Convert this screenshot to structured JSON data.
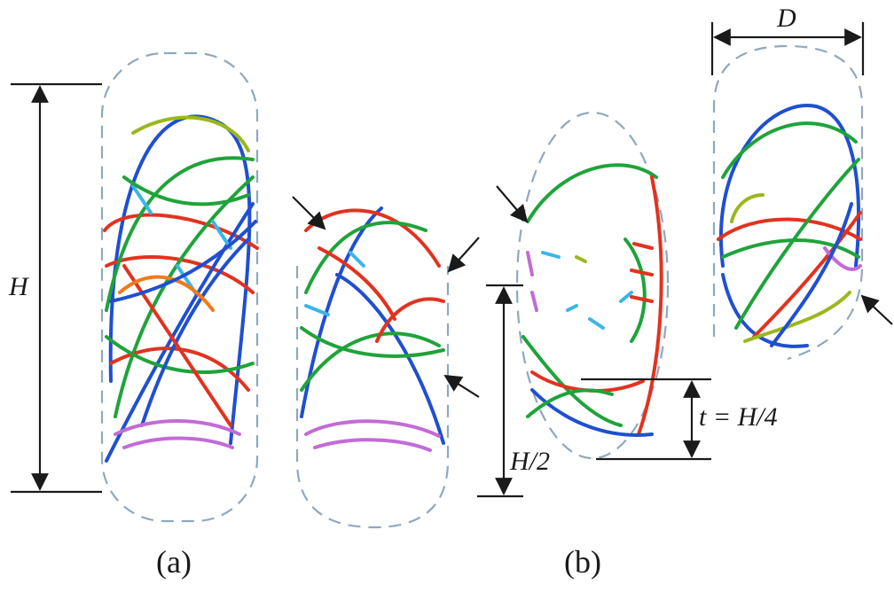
{
  "labels": {
    "height": "H",
    "diameter": "D",
    "half_height": "H/2",
    "thickness": "t = H/4",
    "caption_a": "(a)",
    "caption_b": "(b)"
  },
  "colors": {
    "outline": "#8fa8bd",
    "dimension": "#1a1a1a",
    "crack_palette": [
      "#1f4fd1",
      "#e2321f",
      "#1fa33a",
      "#c36bd6",
      "#9ab81c",
      "#3ab6e8",
      "#f07a1a"
    ]
  }
}
